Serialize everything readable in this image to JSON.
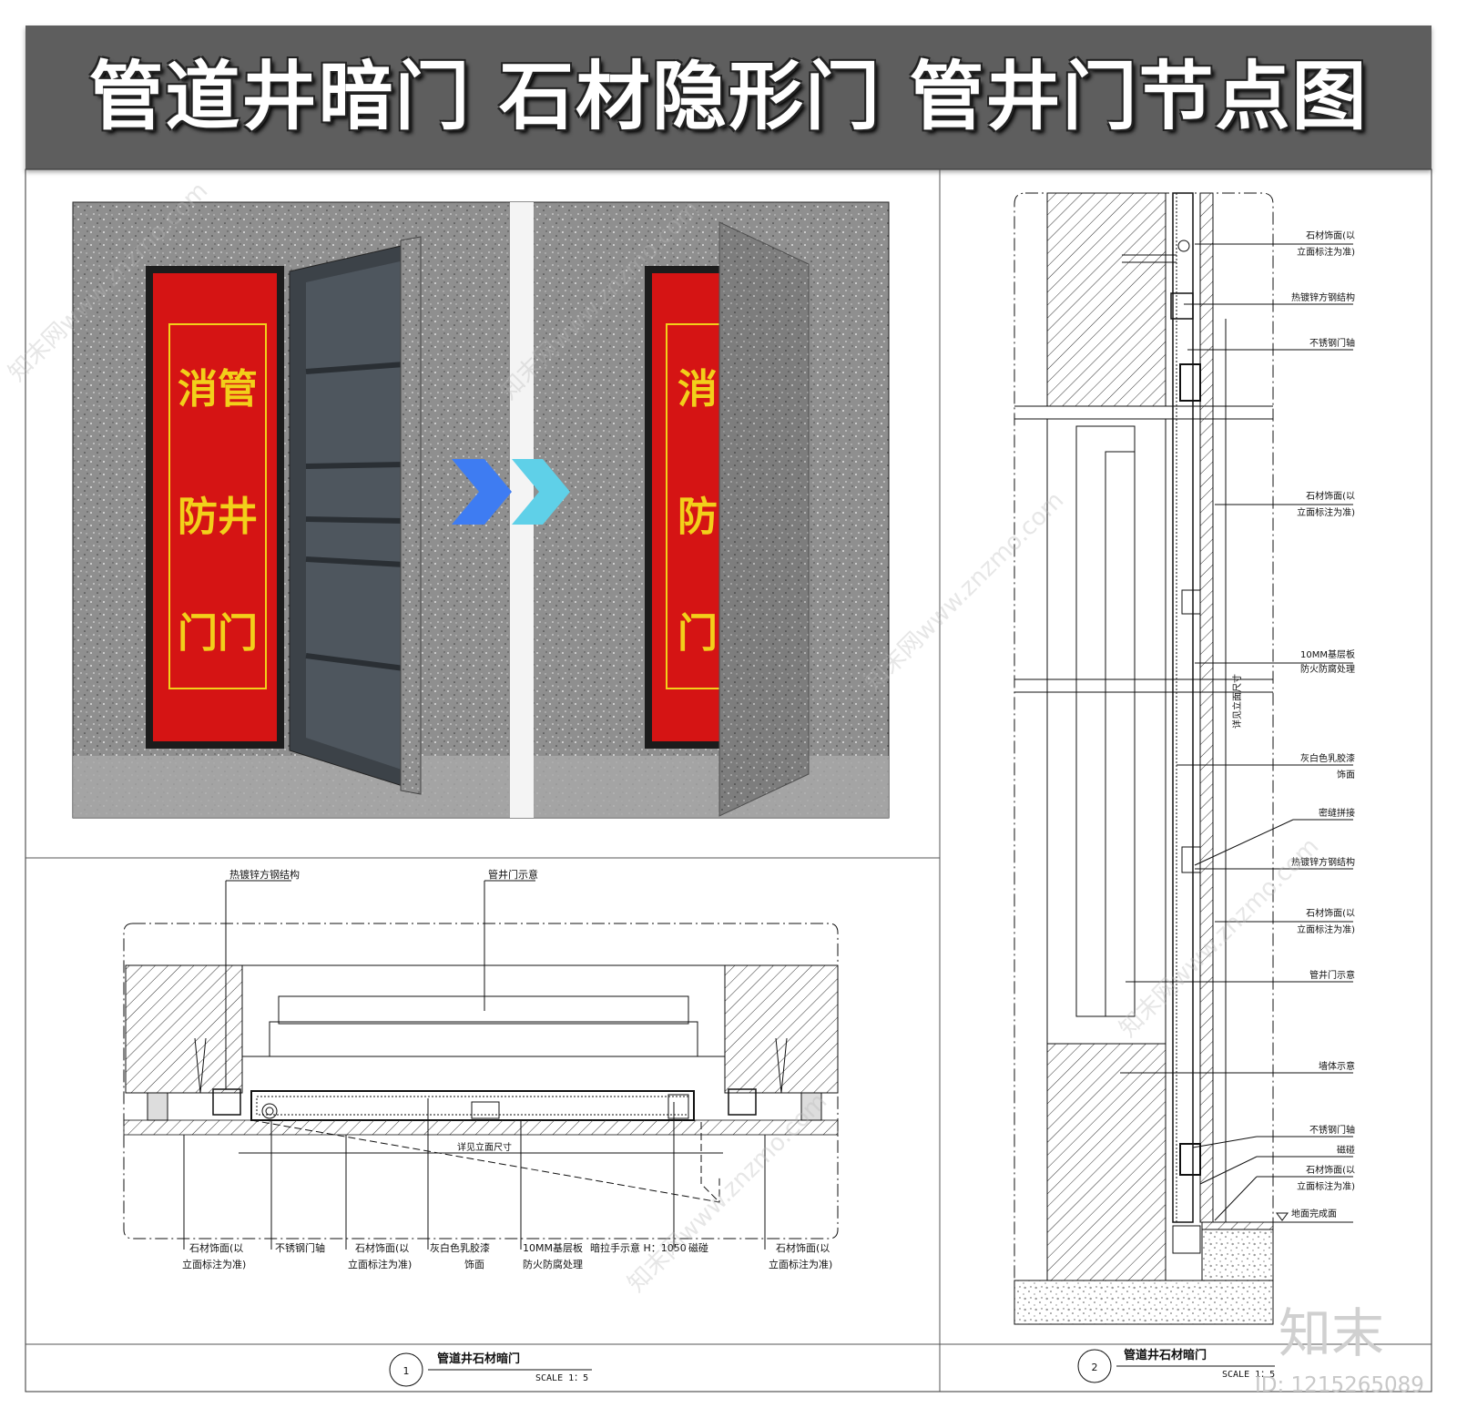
{
  "header": {
    "title": "管道井暗门 石材隐形门 管井门节点图"
  },
  "photo": {
    "sign_lines_open": [
      "消管",
      "防井",
      "门门"
    ],
    "sign_lines_closed": [
      "消",
      "防",
      "门"
    ]
  },
  "plan_detail": {
    "top_labels": {
      "steel_structure": "热镀锌方钢结构",
      "door_outline": "管井门示意"
    },
    "dim_label": "详见立面尺寸",
    "bottom_labels": {
      "stone_left_a": "石材饰面(以",
      "stone_left_b": "立面标注为准)",
      "ss_hinge": "不锈钢门轴",
      "stone_mid_a": "石材饰面(以",
      "stone_mid_b": "立面标注为准)",
      "latex_a": "灰白色乳胶漆",
      "latex_b": "饰面",
      "board_a": "10MM基层板",
      "board_b": "防火防腐处理",
      "pull": "暗拉手示意 H：1050",
      "magnet": "磁碰",
      "stone_right_a": "石材饰面(以",
      "stone_right_b": "立面标注为准)"
    },
    "title_number": "1",
    "title": "管道井石材暗门",
    "scale": "SCALE 1：5"
  },
  "section_detail": {
    "labels": {
      "stone1_a": "石材饰面(以",
      "stone1_b": "立面标注为准)",
      "steel1": "热镀锌方钢结构",
      "hinge1": "不锈钢门轴",
      "stone2_a": "石材饰面(以",
      "stone2_b": "立面标注为准)",
      "board_a": "10MM基层板",
      "board_b": "防火防腐处理",
      "latex_a": "灰白色乳胶漆",
      "latex_b": "饰面",
      "joint": "密缝拼接",
      "steel2": "热镀锌方钢结构",
      "stone3_a": "石材饰面(以",
      "stone3_b": "立面标注为准)",
      "door": "管井门示意",
      "wall": "墙体示意",
      "hinge2": "不锈钢门轴",
      "magnet": "磁碰",
      "stone4_a": "石材饰面(以",
      "stone4_b": "立面标注为准)",
      "floor": "地面完成面",
      "vertical_dim": "详见立面尺寸"
    },
    "title_number": "2",
    "title": "管道井石材暗门",
    "scale": "SCALE 1：5"
  },
  "watermark": {
    "text": "知末网www.znzmo.com",
    "logo": "知末",
    "id": "ID: 1215265089"
  },
  "colors": {
    "banner": "#5e5e5e",
    "sign_red": "#d51414",
    "sign_yellow": "#f2d01a",
    "door_panel": "#3c4248",
    "stone_gray": "#8d8d8d",
    "arrow_blue": "#3e7cf2",
    "arrow_cyan": "#5fd0e8"
  }
}
